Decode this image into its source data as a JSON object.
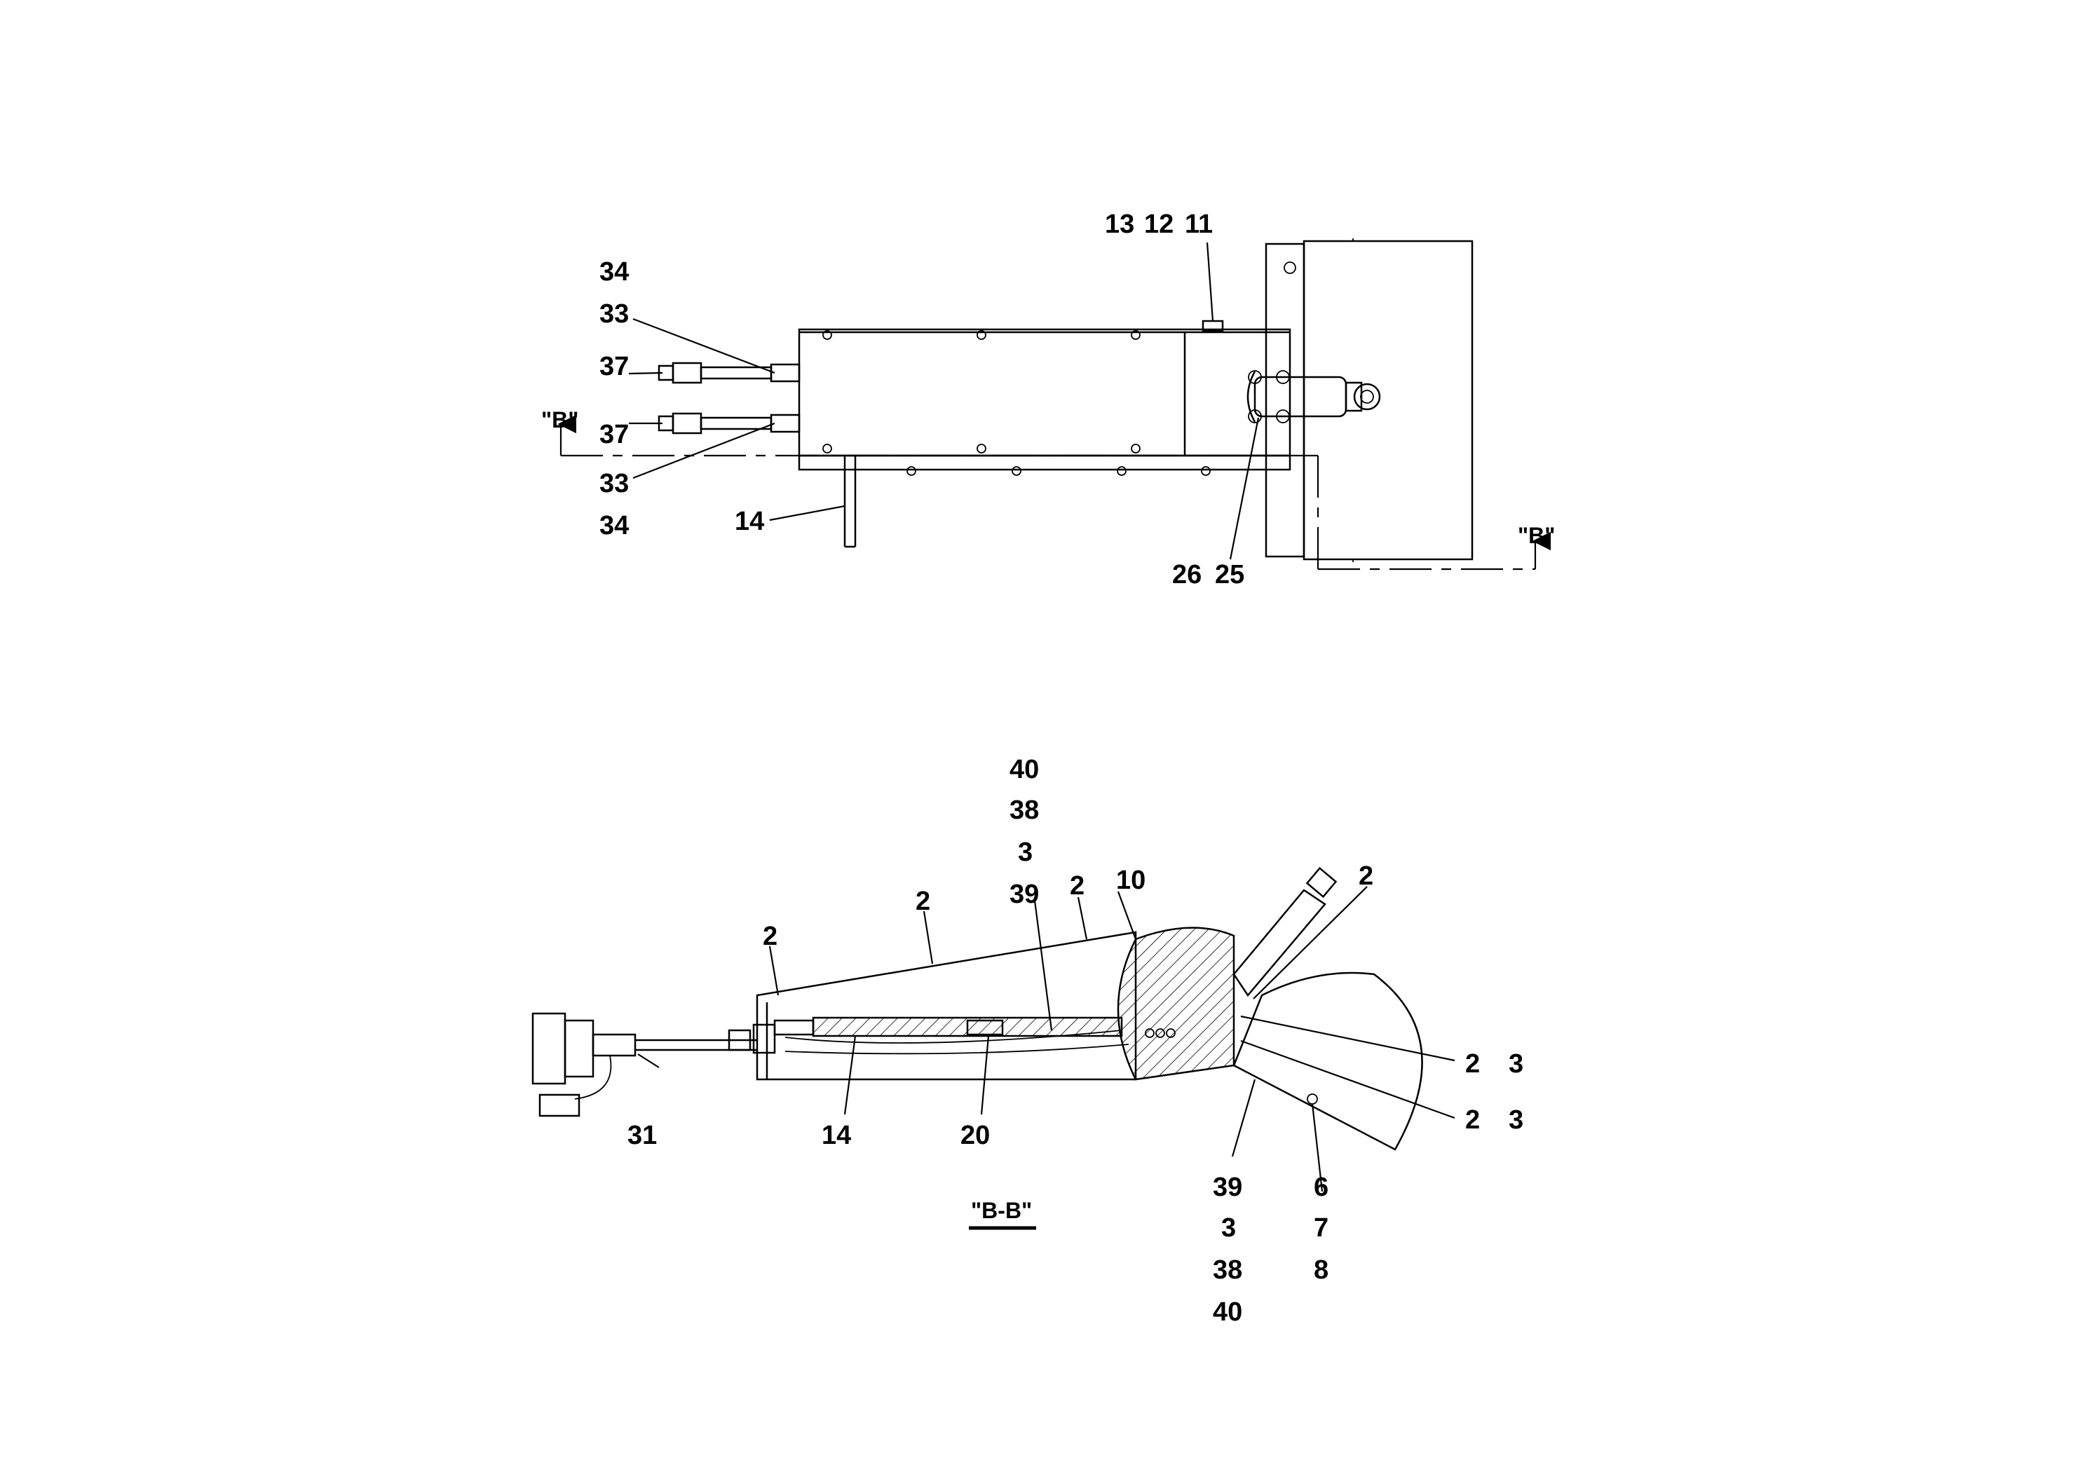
{
  "top_view": {
    "labels": {
      "l34a": "34",
      "l33a": "33",
      "l37a": "37",
      "l37b": "37",
      "l33b": "33",
      "l34b": "34",
      "l14": "14",
      "l13": "13",
      "l12": "12",
      "l11": "11",
      "l26": "26",
      "l25": "25",
      "sect_left": "\"B\"",
      "sect_right": "\"B\""
    }
  },
  "section_view": {
    "title": "\"B-B\"",
    "labels": {
      "t40": "40",
      "t38": "38",
      "t3": "3",
      "t39": "39",
      "t2a": "2",
      "t2b": "2",
      "t2c": "2",
      "t10": "10",
      "t2d": "2",
      "r2a": "2",
      "r3a": "3",
      "r2b": "2",
      "r3b": "3",
      "b31": "31",
      "b14": "14",
      "b20": "20",
      "b39": "39",
      "b3": "3",
      "b38": "38",
      "b40": "40",
      "b6": "6",
      "b7": "7",
      "b8": "8"
    }
  }
}
